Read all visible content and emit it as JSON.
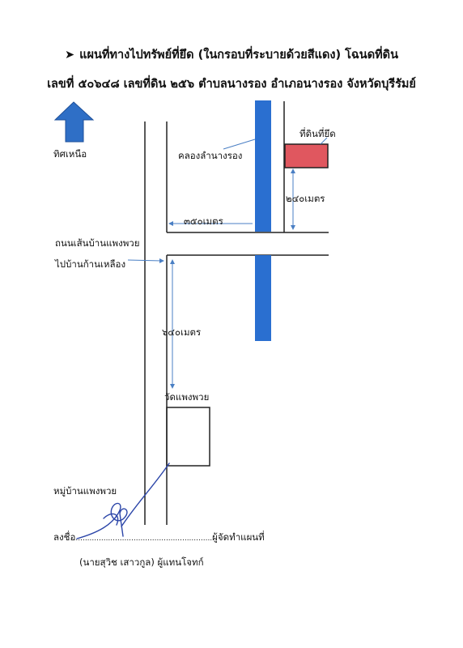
{
  "title": {
    "line1": "แผนที่ทางไปทรัพย์ที่ยึด (ในกรอบที่ระบายด้วยสีแดง) โฉนดที่ดิน",
    "line2": "เลขที่ ๕๐๖๔๘ เลขที่ดิน ๒๕๖ ตำบลนางรอง อำเภอนางรอง จังหวัดบุรีรัมย์"
  },
  "labels": {
    "north": "ทิศเหนือ",
    "canal": "คลองลำนางรอง",
    "seized_land": "ที่ดินที่ยึด",
    "dist_240": "๒๔๐เมตร",
    "dist_350": "๓๕๐เมตร",
    "road_name": "ถนนเส้นบ้านแพงพวย",
    "road_dest": "ไปบ้านก้านเหลือง",
    "dist_640": "๖๔๐เมตร",
    "temple": "วัดแพงพวย",
    "village": "หมู่บ้านแพงพวย"
  },
  "signature": {
    "sign_prefix": "ลงชื่อ",
    "dots": "...........................................................",
    "role": "ผู้จัดทำแผนที่",
    "name": "(นายสุวิช เสาวกูล) ผู้แทนโจทก์"
  },
  "colors": {
    "canal": "#2a6fd0",
    "north_arrow": "#2f6fc6",
    "seized_land": "#e0575f",
    "pointer": "#4a7fc4",
    "signature_ink": "#2b45a8"
  }
}
